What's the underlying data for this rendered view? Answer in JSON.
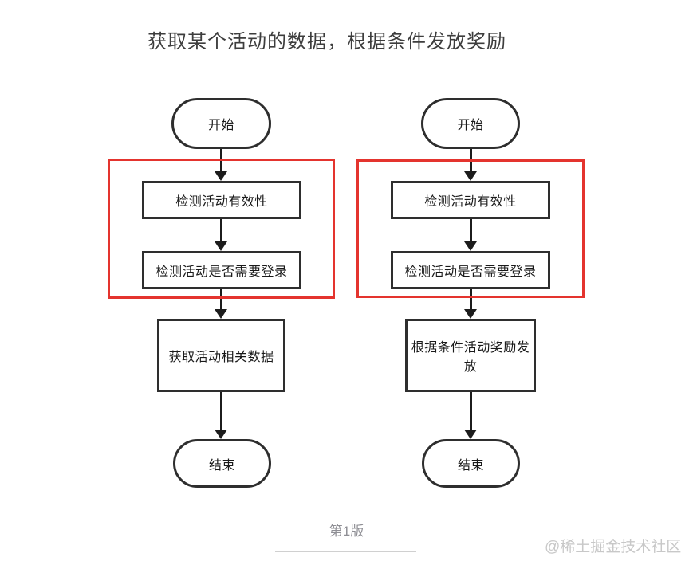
{
  "diagram": {
    "title": "获取某个活动的数据，根据条件发放奖励",
    "highlight_color": "#e4342e",
    "stroke_color": "#2e2e2e",
    "columns": [
      {
        "id": "left-flow",
        "nodes": [
          {
            "type": "terminal",
            "label": "开始"
          },
          {
            "type": "process",
            "label": "检测活动有效性"
          },
          {
            "type": "process",
            "label": "检测活动是否需要登录"
          },
          {
            "type": "process",
            "label": "获取活动相关数据"
          },
          {
            "type": "terminal",
            "label": "结束"
          }
        ]
      },
      {
        "id": "right-flow",
        "nodes": [
          {
            "type": "terminal",
            "label": "开始"
          },
          {
            "type": "process",
            "label": "检测活动有效性"
          },
          {
            "type": "process",
            "label": "检测活动是否需要登录"
          },
          {
            "type": "process",
            "label": "根据条件活动奖励发放"
          },
          {
            "type": "terminal",
            "label": "结束"
          }
        ]
      }
    ]
  },
  "footer": {
    "version_label": "第1版",
    "watermark": "@稀土掘金技术社区"
  }
}
